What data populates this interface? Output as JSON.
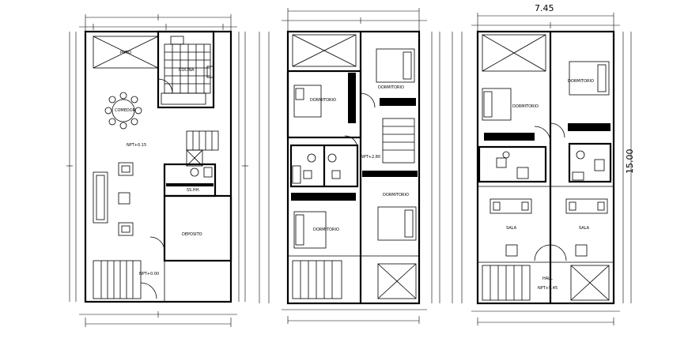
{
  "plans": {
    "ground": {
      "patio": "PATIO",
      "kitchen": "COCINA",
      "dining": "COMEDOR",
      "level": "NPT+0.15",
      "toilet": "SS.HH.",
      "shop": "DEPOSITO",
      "stair_level": "NPT+0.00"
    },
    "first": {
      "bed1": "DORMITORIO",
      "bed2": "DORMITORIO",
      "bed3": "DORMITORIO",
      "bed4": "DORMITORIO",
      "level": "NPT+2.80"
    },
    "second": {
      "bed1": "DORMITORIO",
      "bed2": "DORMITORIO",
      "room_left": "SALA",
      "room_right": "SALA",
      "hall": "HALL",
      "level": "NPT+5.45"
    }
  },
  "dimensions": {
    "width": "7.45",
    "length": "15.00"
  }
}
